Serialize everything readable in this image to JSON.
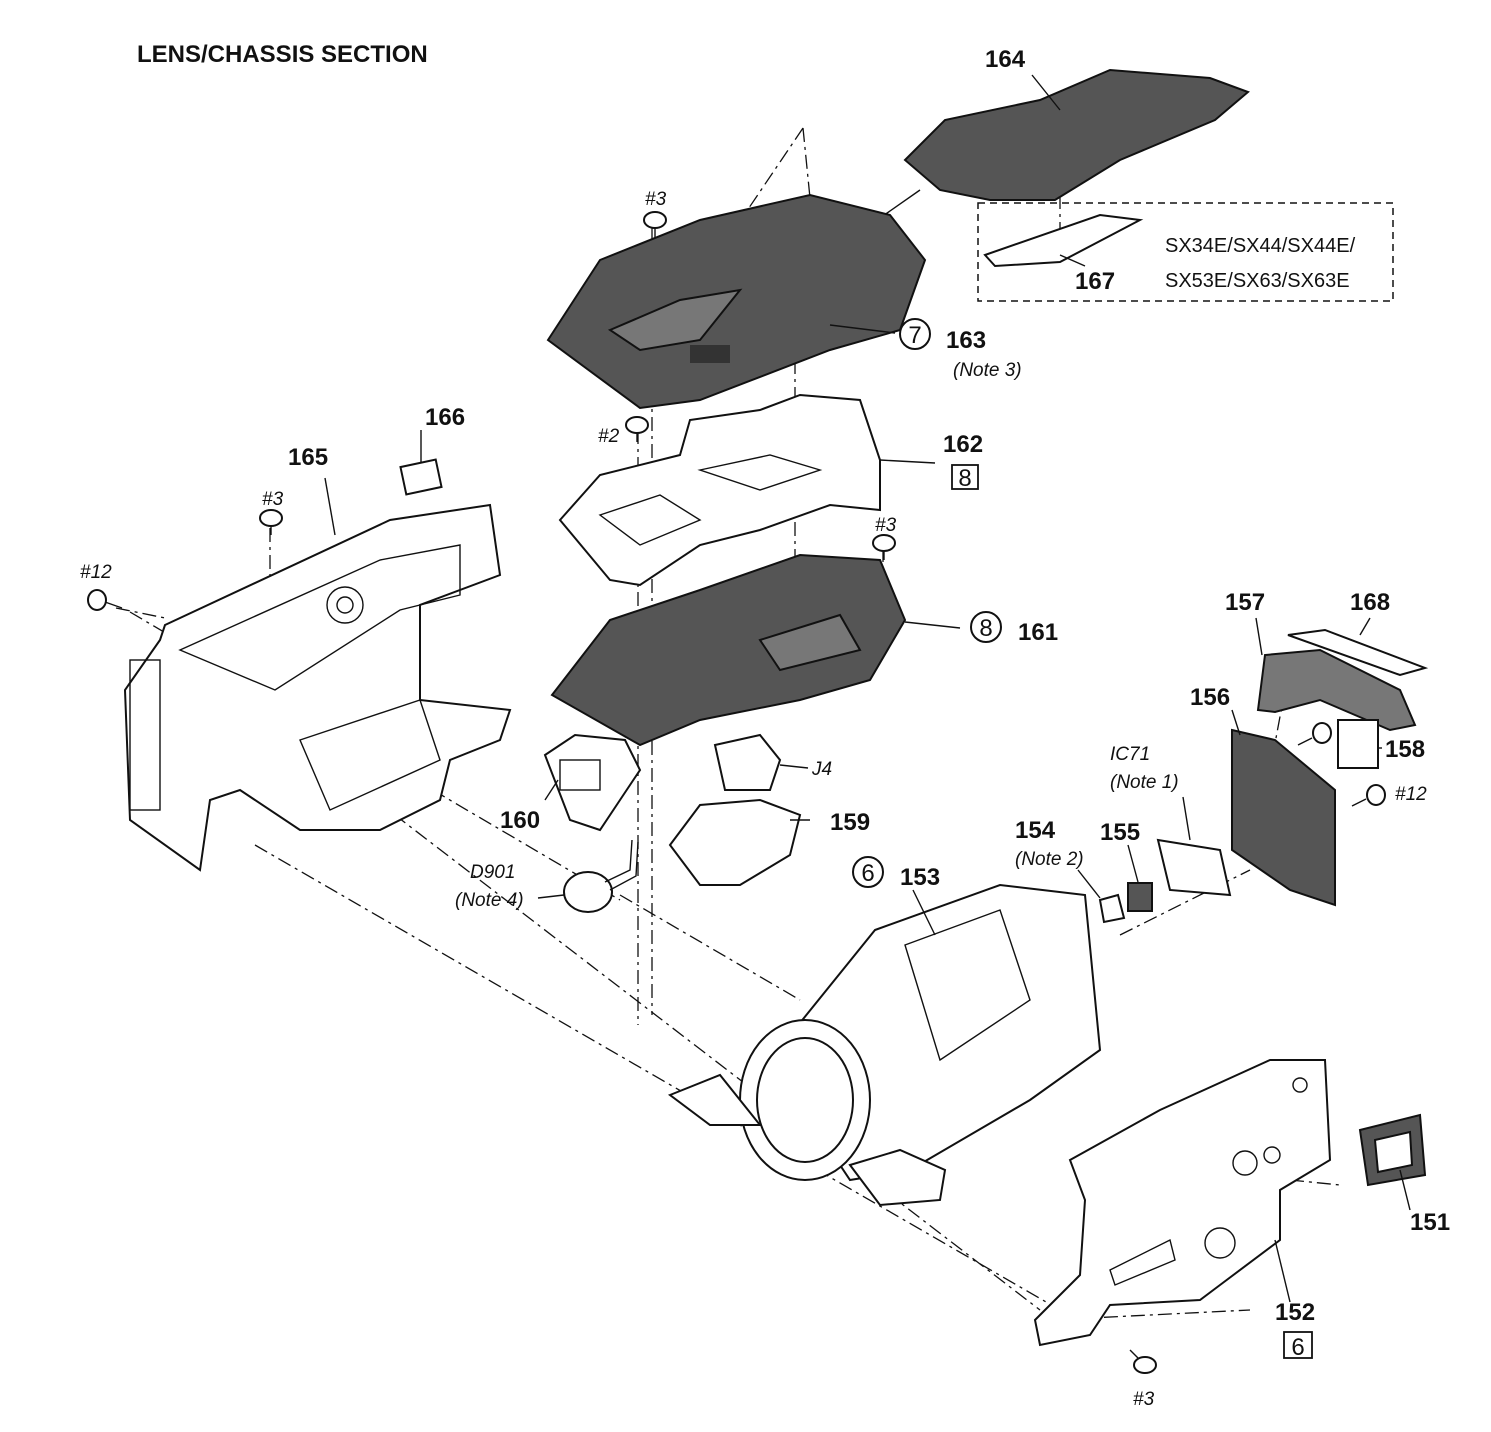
{
  "title": "LENS/CHASSIS SECTION",
  "model_box": {
    "line1": "SX34E/SX44/SX44E/",
    "line2": "SX53E/SX63/SX63E"
  },
  "parts": {
    "p151": "151",
    "p152": "152",
    "p153": "153",
    "p154": "154",
    "p155": "155",
    "p156": "156",
    "p157": "157",
    "p158": "158",
    "p159": "159",
    "p160": "160",
    "p161": "161",
    "p162": "162",
    "p163": "163",
    "p164": "164",
    "p165": "165",
    "p166": "166",
    "p167": "167",
    "p168": "168"
  },
  "circled_refs": {
    "c163": "7",
    "c161": "8",
    "c153": "6"
  },
  "boxed_refs": {
    "b162": "8",
    "b152": "6"
  },
  "notes": {
    "n163": "(Note 3)",
    "n154": "(Note 2)",
    "n_ic": "(Note 1)",
    "n_d901": "(Note 4)"
  },
  "components": {
    "ic": "IC71",
    "d901": "D901",
    "j4": "J4"
  },
  "screws": {
    "s1": "#3",
    "s2": "#2",
    "s3": "#3",
    "s4": "#3",
    "s5": "#12",
    "s6": "#12",
    "s7": "#3"
  }
}
